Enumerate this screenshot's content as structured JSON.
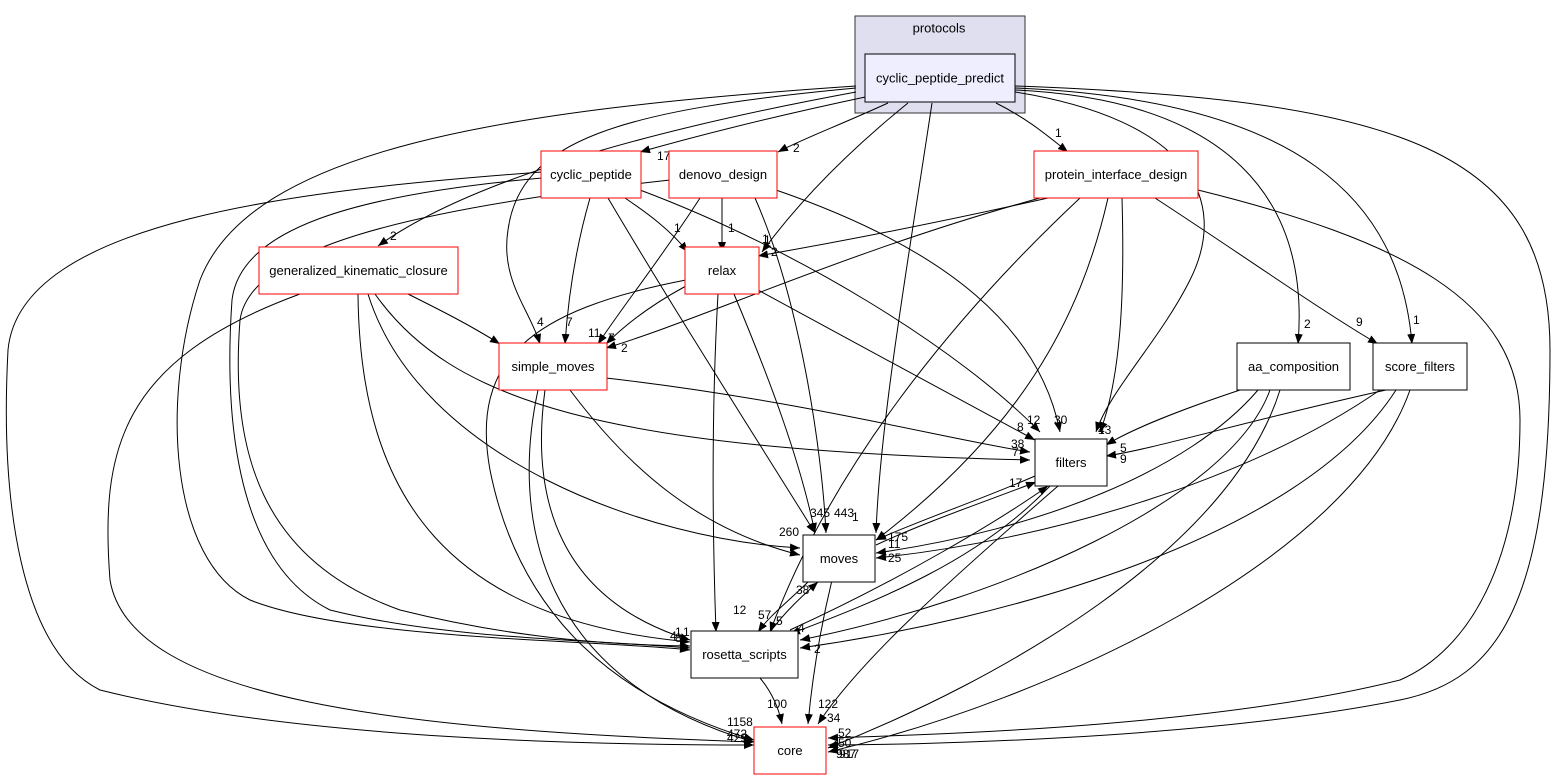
{
  "graph": {
    "cluster": {
      "label": "protocols",
      "fill": "#dfdfef",
      "stroke": "#333333"
    },
    "focus_node": {
      "id": "cyclic_peptide_predict",
      "label": "cyclic_peptide_predict",
      "fill": "#eeeeff"
    },
    "colors": {
      "red_border": "#ff0000",
      "black_border": "#000000",
      "edge": "#000000"
    },
    "nodes": [
      {
        "id": "cyclic_peptide",
        "label": "cyclic_peptide",
        "border": "red"
      },
      {
        "id": "denovo_design",
        "label": "denovo_design",
        "border": "red"
      },
      {
        "id": "protein_interface_design",
        "label": "protein_interface_design",
        "border": "red"
      },
      {
        "id": "generalized_kinematic_closure",
        "label": "generalized_kinematic_closure",
        "border": "red"
      },
      {
        "id": "relax",
        "label": "relax",
        "border": "red"
      },
      {
        "id": "simple_moves",
        "label": "simple_moves",
        "border": "red"
      },
      {
        "id": "aa_composition",
        "label": "aa_composition",
        "border": "black"
      },
      {
        "id": "score_filters",
        "label": "score_filters",
        "border": "black"
      },
      {
        "id": "filters",
        "label": "filters",
        "border": "black"
      },
      {
        "id": "moves",
        "label": "moves",
        "border": "black"
      },
      {
        "id": "rosetta_scripts",
        "label": "rosetta_scripts",
        "border": "black"
      },
      {
        "id": "core",
        "label": "core",
        "border": "red"
      }
    ],
    "edge_labels": [
      "17",
      "2",
      "1",
      "2",
      "1",
      "4",
      "7",
      "11",
      "7",
      "2",
      "1",
      "1",
      "1",
      "2",
      "2",
      "9",
      "1",
      "8",
      "12",
      "30",
      "13",
      "4",
      "5",
      "9",
      "38",
      "7",
      "17",
      "175",
      "11",
      "25",
      "260",
      "345",
      "443",
      "1",
      "38",
      "12",
      "57",
      "5",
      "4",
      "2",
      "1",
      "4",
      "8",
      "1",
      "1158",
      "472",
      "429",
      "100",
      "122",
      "34",
      "52",
      "50",
      "987",
      "917"
    ]
  }
}
